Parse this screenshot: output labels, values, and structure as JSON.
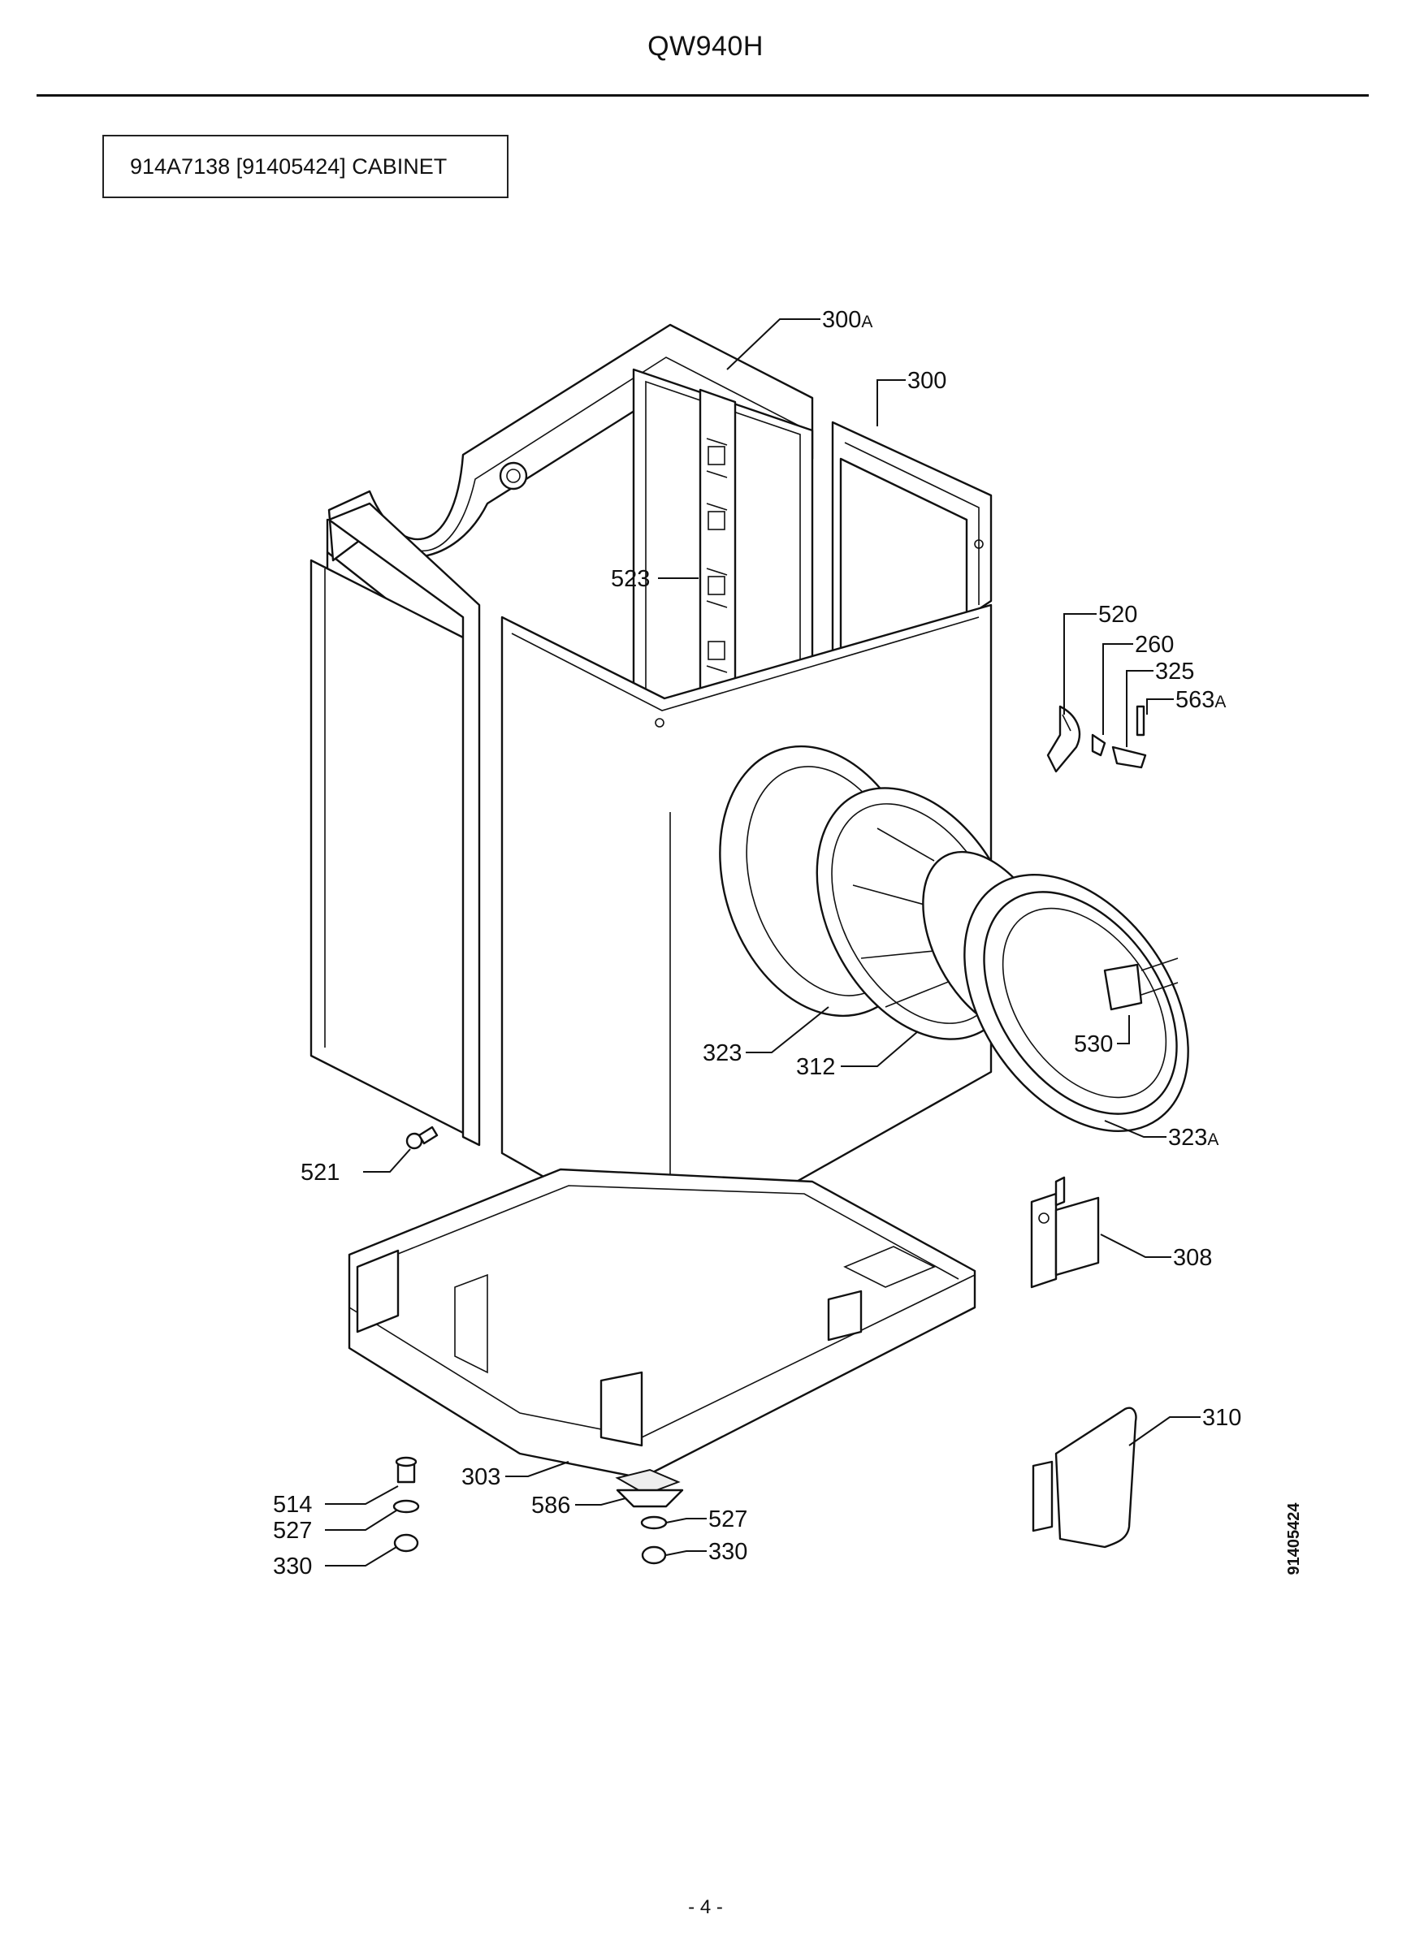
{
  "page": {
    "model": "QW940H",
    "section_title": "914A7138 [91405424] CABINET",
    "margin_code": "91405424",
    "page_number": "- 4 -"
  },
  "callouts": [
    {
      "id": "300A",
      "number": "300",
      "suffix": "A"
    },
    {
      "id": "300",
      "number": "300",
      "suffix": ""
    },
    {
      "id": "523",
      "number": "523",
      "suffix": ""
    },
    {
      "id": "520",
      "number": "520",
      "suffix": ""
    },
    {
      "id": "260",
      "number": "260",
      "suffix": ""
    },
    {
      "id": "325",
      "number": "325",
      "suffix": ""
    },
    {
      "id": "563A",
      "number": "563",
      "suffix": "A"
    },
    {
      "id": "323",
      "number": "323",
      "suffix": ""
    },
    {
      "id": "312",
      "number": "312",
      "suffix": ""
    },
    {
      "id": "530",
      "number": "530",
      "suffix": ""
    },
    {
      "id": "323A",
      "number": "323",
      "suffix": "A"
    },
    {
      "id": "521",
      "number": "521",
      "suffix": ""
    },
    {
      "id": "308",
      "number": "308",
      "suffix": ""
    },
    {
      "id": "310",
      "number": "310",
      "suffix": ""
    },
    {
      "id": "303",
      "number": "303",
      "suffix": ""
    },
    {
      "id": "514",
      "number": "514",
      "suffix": ""
    },
    {
      "id": "527-left",
      "number": "527",
      "suffix": ""
    },
    {
      "id": "330-left",
      "number": "330",
      "suffix": ""
    },
    {
      "id": "586",
      "number": "586",
      "suffix": ""
    },
    {
      "id": "527-right",
      "number": "527",
      "suffix": ""
    },
    {
      "id": "330-right",
      "number": "330",
      "suffix": ""
    }
  ]
}
